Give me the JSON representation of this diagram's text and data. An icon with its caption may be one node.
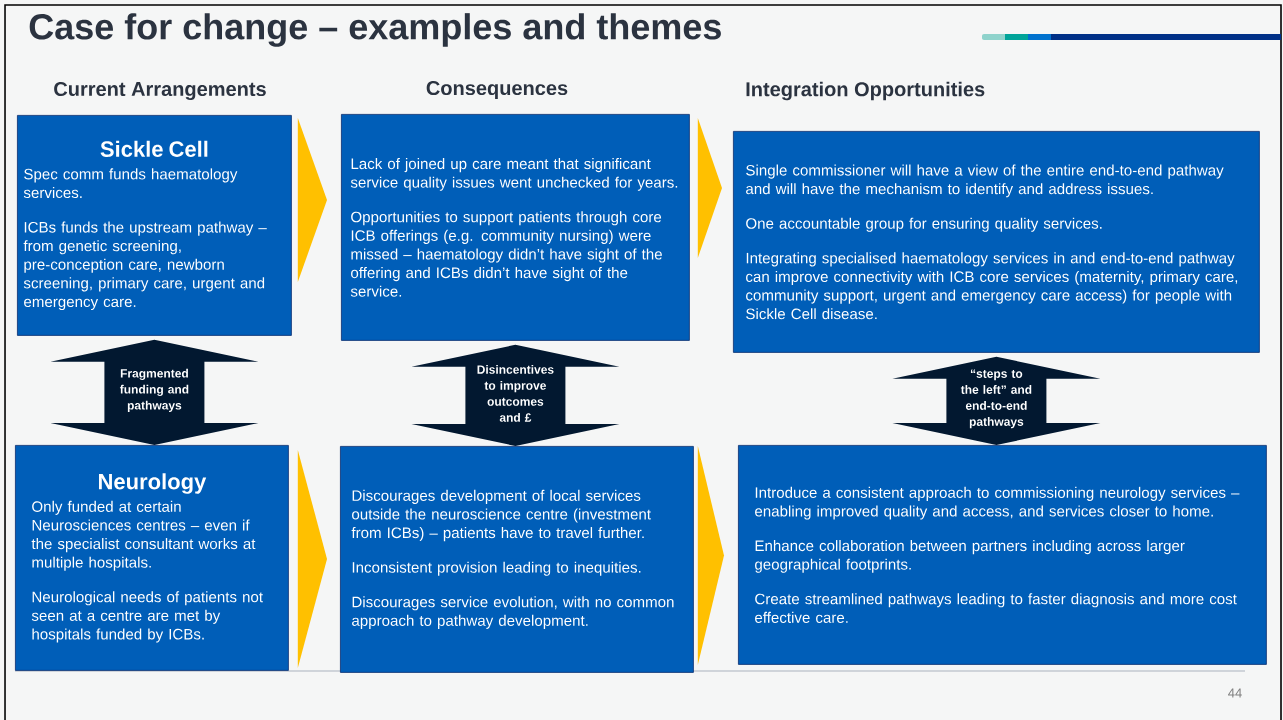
{
  "diagram": {
    "title": "Case for change – examples and themes",
    "nodes": [
      {
        "text": [
          "Sickle Cell",
          "Spec comm funds haematology services.",
          "ICBs funds the upstream pathway – from genetic screening, pre-conception care, newborn screening, primary care, urgent and emergency care."
        ]
      },
      {
        "text": [
          "Lack of joined up care meant that significant service quality issues went unchecked for years.",
          "Opportunities to support patients through core ICB offerings (e.g. community nursing) were missed – haematology didn’t have sight of the offering and ICBs didn’t have sight of the service."
        ]
      },
      {
        "text": [
          "Single commissioner will have a view of the entire end-to-end pathway and will have the mechanism to identify and address issues.",
          "One accountable group for ensuring quality services.",
          "Integrating specialised haematology services in and end-to-end pathway can improve connectivity with ICB core services (maternity, primary care, community support, urgent and emergency care access) for people with Sickle Cell disease."
        ]
      },
      {
        "text": [
          "Neurology",
          "Only funded at certain Neurosciences centres – even if the specialist consultant works at multiple hospitals.",
          "Neurological needs of patients not seen at a centre are met by hospitals funded by ICBs."
        ]
      },
      {
        "text": [
          "Discourages development of local services outside the neuroscience centre (investment from ICBs) – patients have to travel further.",
          "Inconsistent provision leading to inequities.",
          "Discourages service evolution, with no common approach to pathway development."
        ]
      },
      {
        "text": [
          "Introduce a consistent approach to commissioning neurology services – enabling improved quality and access, and services closer to home.",
          "Enhance collaboration between partners including across larger geographical footprints.",
          "Create streamlined pathways leading to faster diagnosis and more cost effective care."
        ]
      }
    ],
    "edges": [
      {
        "from": 0,
        "to": 1,
        "arrow": "to"
      },
      {
        "from": 1,
        "to": 2,
        "arrow": "to"
      },
      {
        "from": 3,
        "to": 4,
        "arrow": "to"
      },
      {
        "from": 4,
        "to": 5,
        "arrow": "to"
      },
      {
        "from": 0,
        "to": 3,
        "arrow": "both",
        "label": "Fragmented funding and pathways",
        "color": "#021830"
      },
      {
        "from": 1,
        "to": 4,
        "arrow": "both",
        "label": "Disincentives to improve outcomes and £",
        "color": "#021830"
      },
      {
        "from": 2,
        "to": 5,
        "arrow": "both",
        "label": "“steps to the left” and end-to-end pathways",
        "color": "#021830"
      }
    ],
    "labels": [
      "Current Arrangements",
      "Consequences",
      "Integration Opportunities",
      "44"
    ]
  }
}
